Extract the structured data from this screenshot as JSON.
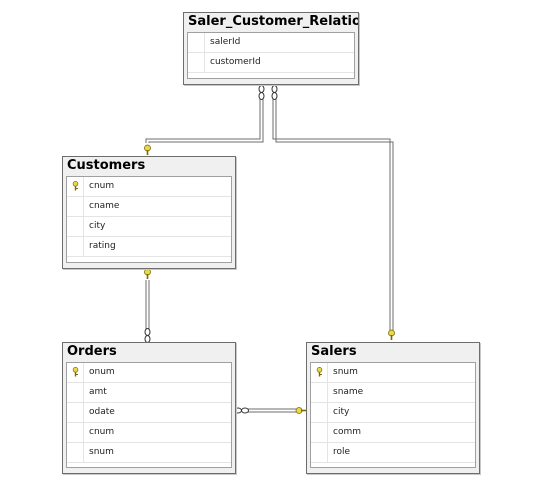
{
  "tables": {
    "relation": {
      "title": "Saler_Customer_Relation",
      "columns": [
        {
          "name": "salerId",
          "pk": false
        },
        {
          "name": "customerId",
          "pk": false
        }
      ]
    },
    "customers": {
      "title": "Customers",
      "columns": [
        {
          "name": "cnum",
          "pk": true
        },
        {
          "name": "cname",
          "pk": false
        },
        {
          "name": "city",
          "pk": false
        },
        {
          "name": "rating",
          "pk": false
        }
      ]
    },
    "orders": {
      "title": "Orders",
      "columns": [
        {
          "name": "onum",
          "pk": true
        },
        {
          "name": "amt",
          "pk": false
        },
        {
          "name": "odate",
          "pk": false
        },
        {
          "name": "cnum",
          "pk": false
        },
        {
          "name": "snum",
          "pk": false
        }
      ]
    },
    "salers": {
      "title": "Salers",
      "columns": [
        {
          "name": "snum",
          "pk": true
        },
        {
          "name": "sname",
          "pk": false
        },
        {
          "name": "city",
          "pk": false
        },
        {
          "name": "comm",
          "pk": false
        },
        {
          "name": "role",
          "pk": false
        }
      ]
    }
  },
  "relationships": [
    {
      "from": "relation",
      "to": "customers",
      "from_end": "many",
      "to_end": "one"
    },
    {
      "from": "relation",
      "to": "salers",
      "from_end": "many",
      "to_end": "one"
    },
    {
      "from": "orders",
      "to": "customers",
      "from_end": "many",
      "to_end": "one"
    },
    {
      "from": "orders",
      "to": "salers",
      "from_end": "many",
      "to_end": "one"
    }
  ],
  "colors": {
    "key": "#e8d84a",
    "line": "#6d6d6d",
    "header": "#f0f0f0"
  }
}
